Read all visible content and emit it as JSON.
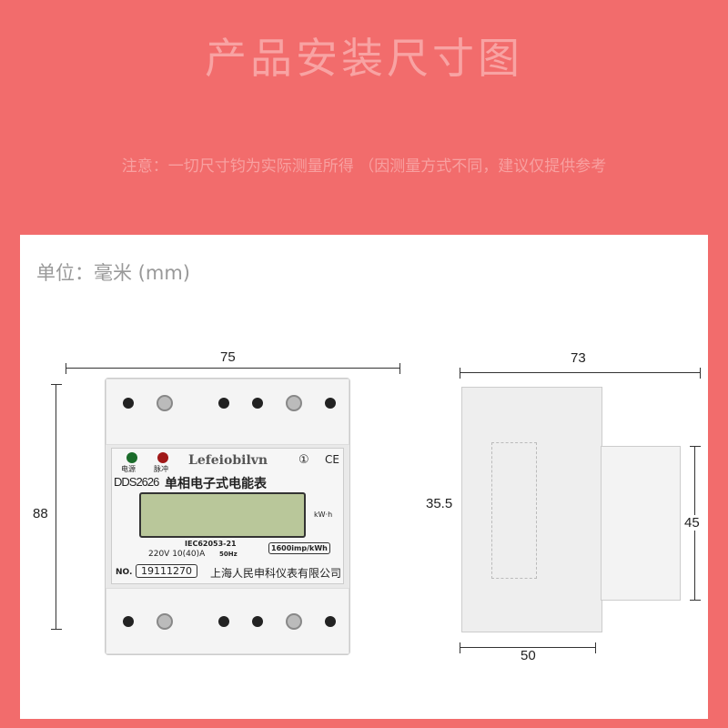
{
  "title": "产品安装尺寸图",
  "note": "注意：一切尺寸钧为实际测量所得 （因测量方式不同，建议仅提供参考",
  "unit": "单位：毫米 (mm)",
  "dimensions": {
    "front_width": "75",
    "front_height": "88",
    "side_depth": "73",
    "side_height": "45",
    "rail_offset": "35.5",
    "side_base": "50"
  },
  "meter": {
    "led_power": "电源",
    "led_pulse": "脉冲",
    "brand": "Lefeiobilvn",
    "model": "DDS2626",
    "name": "单相电子式电能表",
    "unit": "kW·h",
    "standard": "IEC62053-21",
    "rating": "220V 10(40)A",
    "freq": "50Hz",
    "constant": "1600imp/kWh",
    "no_label": "NO.",
    "serial": "19111270",
    "maker": "上海人民申科仪表有限公司",
    "class": "①",
    "ce": "CE"
  },
  "colors": {
    "background": "#f26c6c",
    "title": "#f8a3a3",
    "lcd": "#b9c79a"
  }
}
